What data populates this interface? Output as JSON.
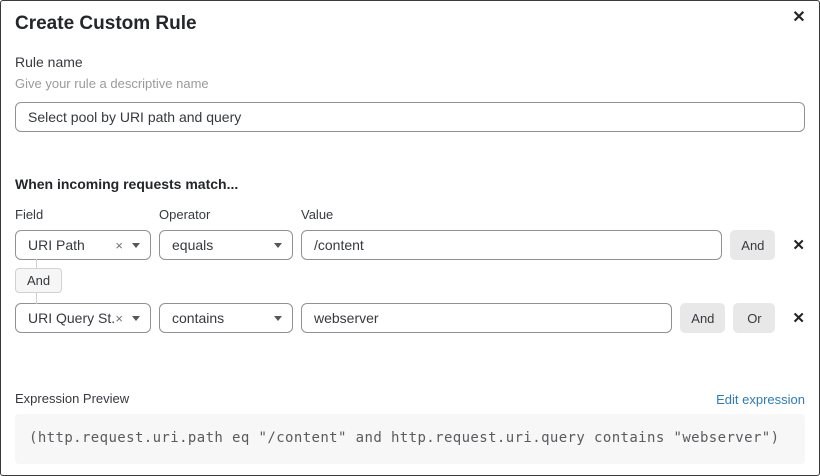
{
  "dialog": {
    "title": "Create Custom Rule",
    "close_icon": "✕"
  },
  "rule_name": {
    "label": "Rule name",
    "helper": "Give your rule a descriptive name",
    "value": "Select pool by URI path and query"
  },
  "match": {
    "heading": "When incoming requests match...",
    "columns": {
      "field": "Field",
      "operator": "Operator",
      "value": "Value"
    },
    "connector_label": "And",
    "rows": [
      {
        "field": "URI Path",
        "clear_icon": "×",
        "operator": "equals",
        "value": "/content",
        "and_button": "And",
        "remove_icon": "✕"
      },
      {
        "field": "URI Query St...",
        "clear_icon": "×",
        "operator": "contains",
        "value": "webserver",
        "and_button": "And",
        "or_button": "Or",
        "remove_icon": "✕"
      }
    ]
  },
  "expression": {
    "label": "Expression Preview",
    "edit_link": "Edit expression",
    "code": "(http.request.uri.path eq \"/content\" and http.request.uri.query contains \"webserver\")"
  },
  "colors": {
    "link": "#2c7cb7",
    "button_bg": "#e8e8e8",
    "code_bg": "#f7f7f7",
    "control_border": "#8f9194",
    "dialog_border": "#3a3a3a"
  }
}
